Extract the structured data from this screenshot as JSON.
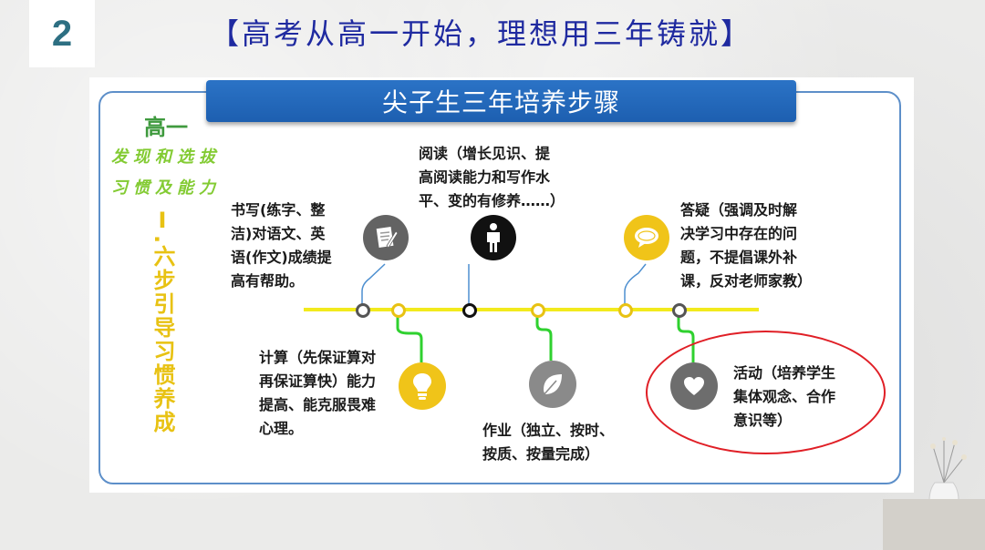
{
  "header": {
    "number": "2",
    "title": "【高考从高一开始，理想用三年铸就】"
  },
  "slide": {
    "banner_title": "尖子生三年培养步骤",
    "grade": "高一",
    "subtitle_line1": "发现和选拔",
    "subtitle_line2": "习惯及能力",
    "vertical_title": "Ⅰ.六步引导习惯养成"
  },
  "steps": {
    "writing": "书写(练字、整\n洁)对语文、英\n语(作文)成绩提\n高有帮助。",
    "reading": "阅读（增长见识、提\n高阅读能力和写作水\n平、变的有修养……）",
    "questioning": "答疑（强调及时解\n决学习中存在的问\n题，不提倡课外补\n课，反对老师家教）",
    "calculation": "计算（先保证算对\n再保证算快）能力\n提高、能克服畏难\n心理。",
    "homework": "作业（独立、按时、\n按质、按量完成）",
    "activity": "活动（培养学生\n集体观念、合作\n意识等）"
  },
  "icons": {
    "writing": "pencil-paper-icon",
    "reading": "person-icon",
    "questioning": "speech-bubble-icon",
    "calculation": "lightbulb-icon",
    "homework": "leaf-icon",
    "activity": "heart-icon"
  },
  "colors": {
    "timeline": "#f2ea1d",
    "green_connector": "#2fd12f",
    "banner": "#2b73c6",
    "highlight_circle": "#e01f26",
    "title": "#1f2aa0"
  }
}
